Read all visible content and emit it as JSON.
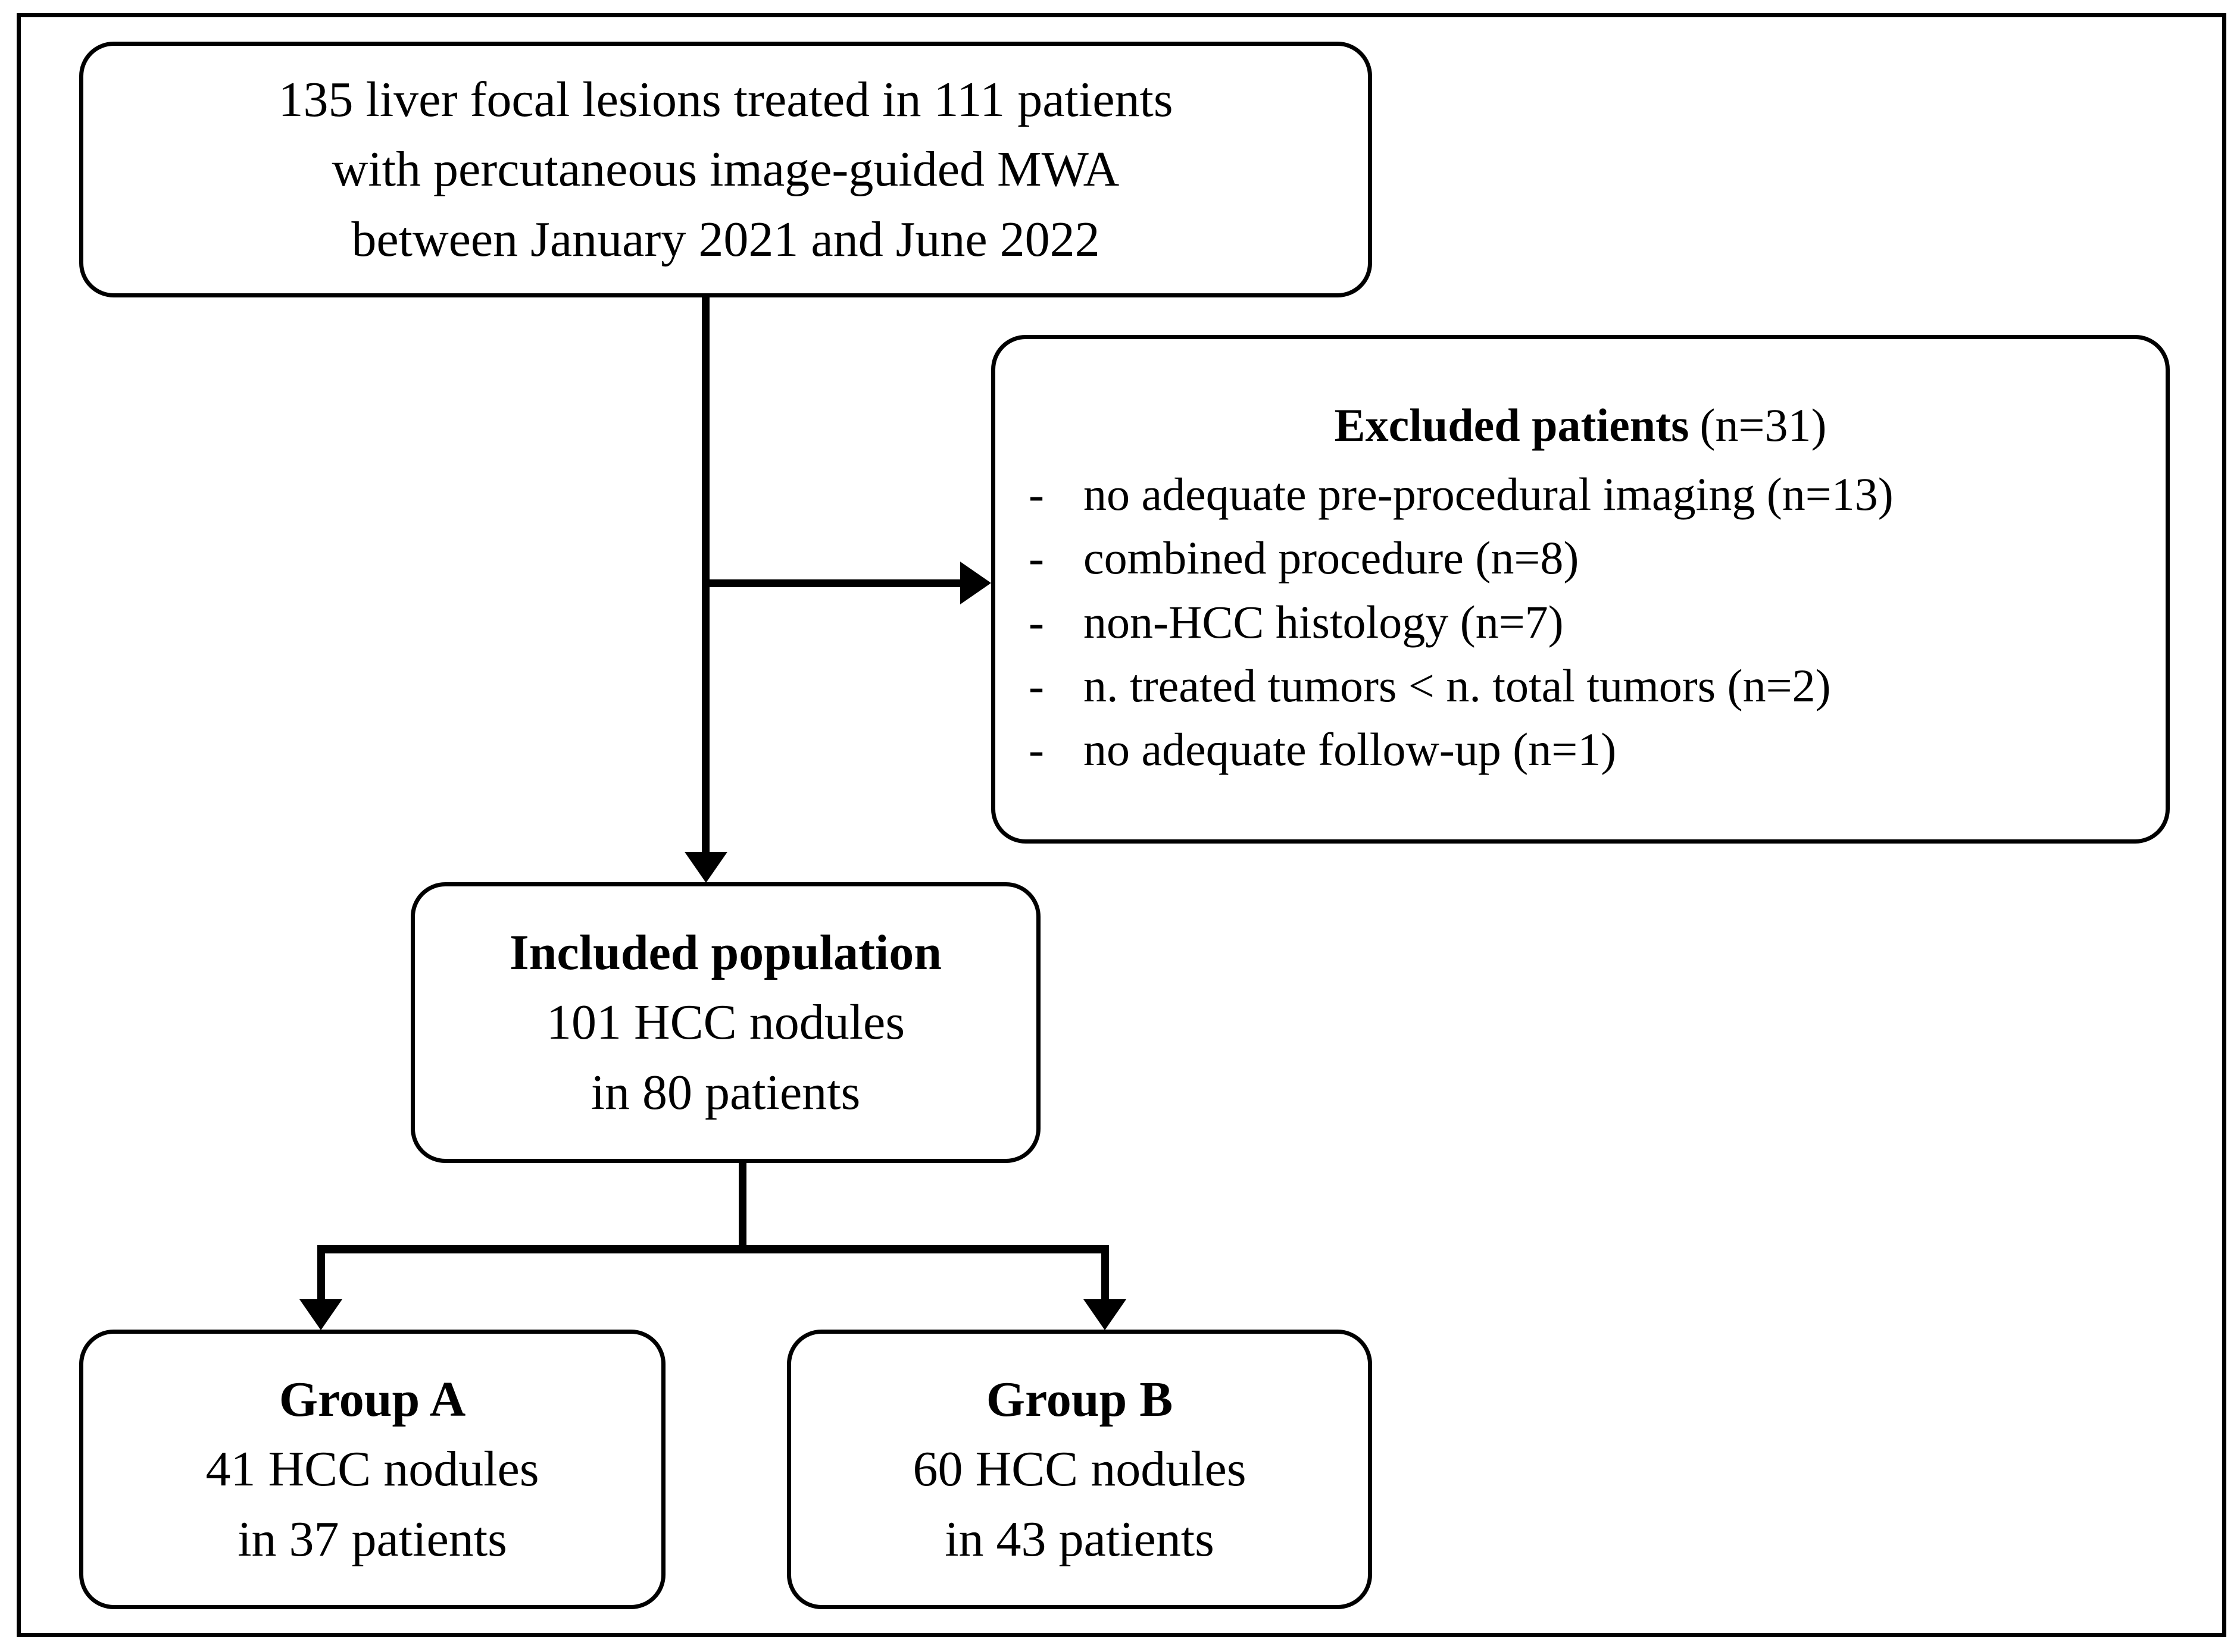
{
  "figure": {
    "type": "flowchart",
    "orientation": "top-down"
  },
  "source_box": {
    "lines": [
      "135 liver focal lesions treated in 111 patients",
      "with percutaneous image-guided MWA",
      "between January 2021 and June 2022"
    ]
  },
  "excluded_box": {
    "heading_bold": "Excluded patients",
    "heading_count": "(n=31)",
    "bullet_marker": "-",
    "items": [
      "no adequate pre-procedural imaging (n=13)",
      "combined procedure (n=8)",
      "non-HCC histology (n=7)",
      "n. treated tumors < n. total tumors (n=2)",
      "no adequate follow-up (n=1)"
    ]
  },
  "included_box": {
    "heading": "Included population",
    "line2": "101 HCC nodules",
    "line3": "in 80 patients"
  },
  "group_a_box": {
    "heading": "Group A",
    "line2": "41 HCC nodules",
    "line3": "in 37 patients"
  },
  "group_b_box": {
    "heading": "Group B",
    "line2": "60 HCC nodules",
    "line3": "in 43 patients"
  },
  "colors": {
    "stroke": "#000000",
    "background": "#ffffff",
    "text": "#000000"
  }
}
